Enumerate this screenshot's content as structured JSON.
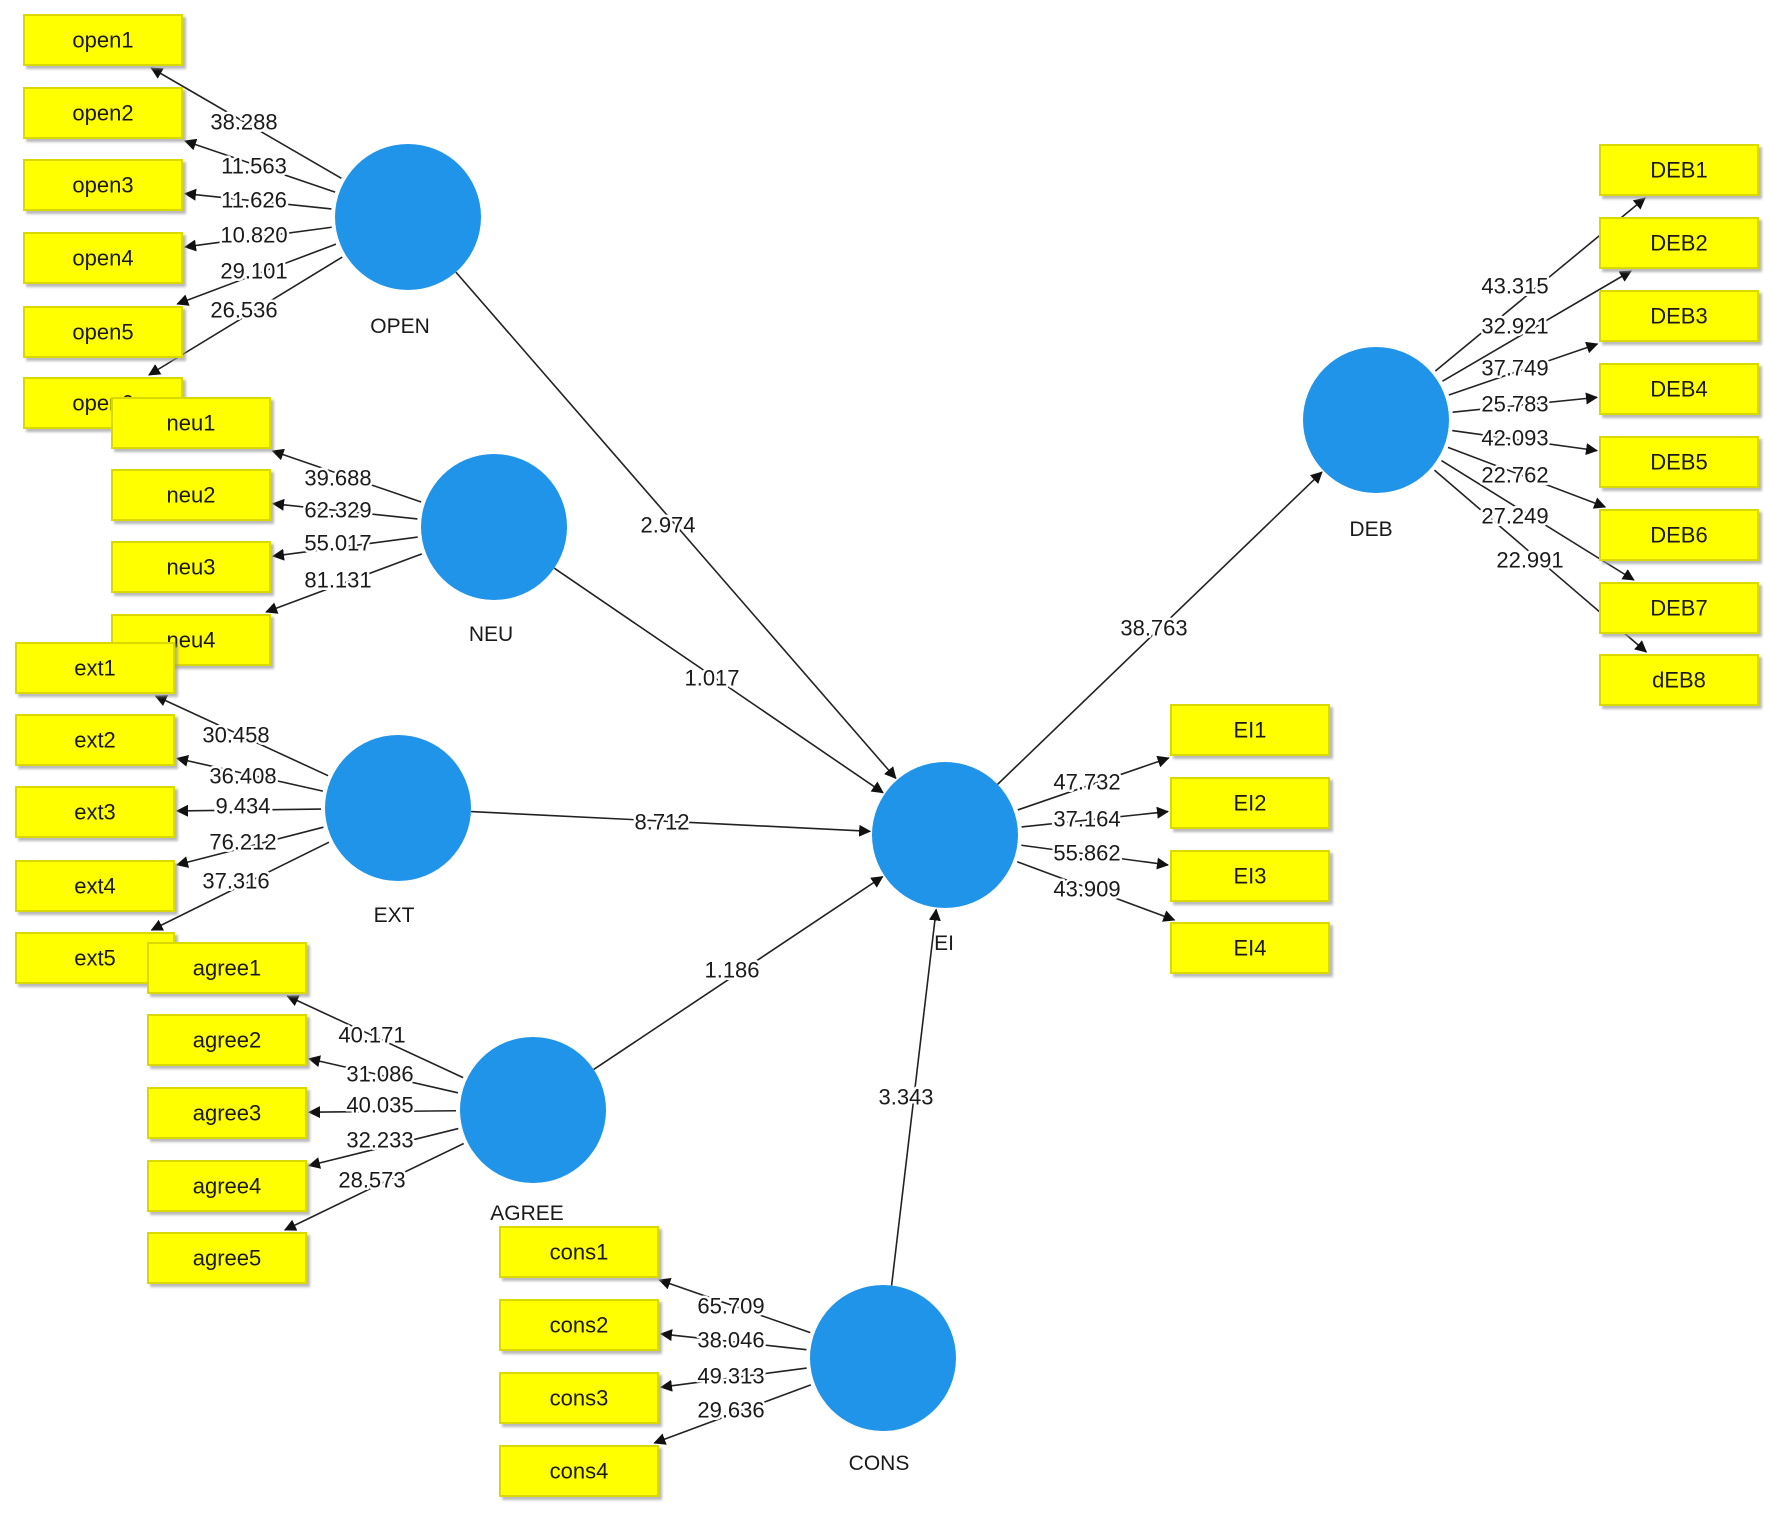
{
  "latents": [
    {
      "id": "OPEN",
      "label": "OPEN"
    },
    {
      "id": "NEU",
      "label": "NEU"
    },
    {
      "id": "EXT",
      "label": "EXT"
    },
    {
      "id": "AGREE",
      "label": "AGREE"
    },
    {
      "id": "CONS",
      "label": "CONS"
    },
    {
      "id": "EI",
      "label": "EI"
    },
    {
      "id": "DEB",
      "label": "DEB"
    }
  ],
  "indicators": [
    {
      "id": "open1",
      "label": "open1",
      "latent": "OPEN",
      "weight": "38.288"
    },
    {
      "id": "open2",
      "label": "open2",
      "latent": "OPEN",
      "weight": "11.563"
    },
    {
      "id": "open3",
      "label": "open3",
      "latent": "OPEN",
      "weight": "11.626"
    },
    {
      "id": "open4",
      "label": "open4",
      "latent": "OPEN",
      "weight": "10.820"
    },
    {
      "id": "open5",
      "label": "open5",
      "latent": "OPEN",
      "weight": "29.101"
    },
    {
      "id": "open6",
      "label": "open6",
      "latent": "OPEN",
      "weight": "26.536"
    },
    {
      "id": "neu1",
      "label": "neu1",
      "latent": "NEU",
      "weight": "39.688"
    },
    {
      "id": "neu2",
      "label": "neu2",
      "latent": "NEU",
      "weight": "62.329"
    },
    {
      "id": "neu3",
      "label": "neu3",
      "latent": "NEU",
      "weight": "55.017"
    },
    {
      "id": "neu4",
      "label": "neu4",
      "latent": "NEU",
      "weight": "81.131"
    },
    {
      "id": "ext1",
      "label": "ext1",
      "latent": "EXT",
      "weight": "30.458"
    },
    {
      "id": "ext2",
      "label": "ext2",
      "latent": "EXT",
      "weight": "36.408"
    },
    {
      "id": "ext3",
      "label": "ext3",
      "latent": "EXT",
      "weight": "9.434"
    },
    {
      "id": "ext4",
      "label": "ext4",
      "latent": "EXT",
      "weight": "76.212"
    },
    {
      "id": "ext5",
      "label": "ext5",
      "latent": "EXT",
      "weight": "37.316"
    },
    {
      "id": "agree1",
      "label": "agree1",
      "latent": "AGREE",
      "weight": "40.171"
    },
    {
      "id": "agree2",
      "label": "agree2",
      "latent": "AGREE",
      "weight": "31.086"
    },
    {
      "id": "agree3",
      "label": "agree3",
      "latent": "AGREE",
      "weight": "40.035"
    },
    {
      "id": "agree4",
      "label": "agree4",
      "latent": "AGREE",
      "weight": "32.233"
    },
    {
      "id": "agree5",
      "label": "agree5",
      "latent": "AGREE",
      "weight": "28.573"
    },
    {
      "id": "cons1",
      "label": "cons1",
      "latent": "CONS",
      "weight": "65.709"
    },
    {
      "id": "cons2",
      "label": "cons2",
      "latent": "CONS",
      "weight": "38.046"
    },
    {
      "id": "cons3",
      "label": "cons3",
      "latent": "CONS",
      "weight": "49.313"
    },
    {
      "id": "cons4",
      "label": "cons4",
      "latent": "CONS",
      "weight": "29.636"
    },
    {
      "id": "EI1",
      "label": "EI1",
      "latent": "EI",
      "weight": "47.732"
    },
    {
      "id": "EI2",
      "label": "EI2",
      "latent": "EI",
      "weight": "37.164"
    },
    {
      "id": "EI3",
      "label": "EI3",
      "latent": "EI",
      "weight": "55.862"
    },
    {
      "id": "EI4",
      "label": "EI4",
      "latent": "EI",
      "weight": "43.909"
    },
    {
      "id": "DEB1",
      "label": "DEB1",
      "latent": "DEB",
      "weight": "43.315"
    },
    {
      "id": "DEB2",
      "label": "DEB2",
      "latent": "DEB",
      "weight": "32.921"
    },
    {
      "id": "DEB3",
      "label": "DEB3",
      "latent": "DEB",
      "weight": "37.749"
    },
    {
      "id": "DEB4",
      "label": "DEB4",
      "latent": "DEB",
      "weight": "25.783"
    },
    {
      "id": "DEB5",
      "label": "DEB5",
      "latent": "DEB",
      "weight": "42.093"
    },
    {
      "id": "DEB6",
      "label": "DEB6",
      "latent": "DEB",
      "weight": "22.762"
    },
    {
      "id": "DEB7",
      "label": "DEB7",
      "latent": "DEB",
      "weight": "27.249"
    },
    {
      "id": "dEB8",
      "label": "dEB8",
      "latent": "DEB",
      "weight": "22.991"
    }
  ],
  "paths": [
    {
      "from": "OPEN",
      "to": "EI",
      "weight": "2.974"
    },
    {
      "from": "NEU",
      "to": "EI",
      "weight": "1.017"
    },
    {
      "from": "EXT",
      "to": "EI",
      "weight": "8.712"
    },
    {
      "from": "AGREE",
      "to": "EI",
      "weight": "1.186"
    },
    {
      "from": "CONS",
      "to": "EI",
      "weight": "3.343"
    },
    {
      "from": "EI",
      "to": "DEB",
      "weight": "38.763"
    }
  ]
}
